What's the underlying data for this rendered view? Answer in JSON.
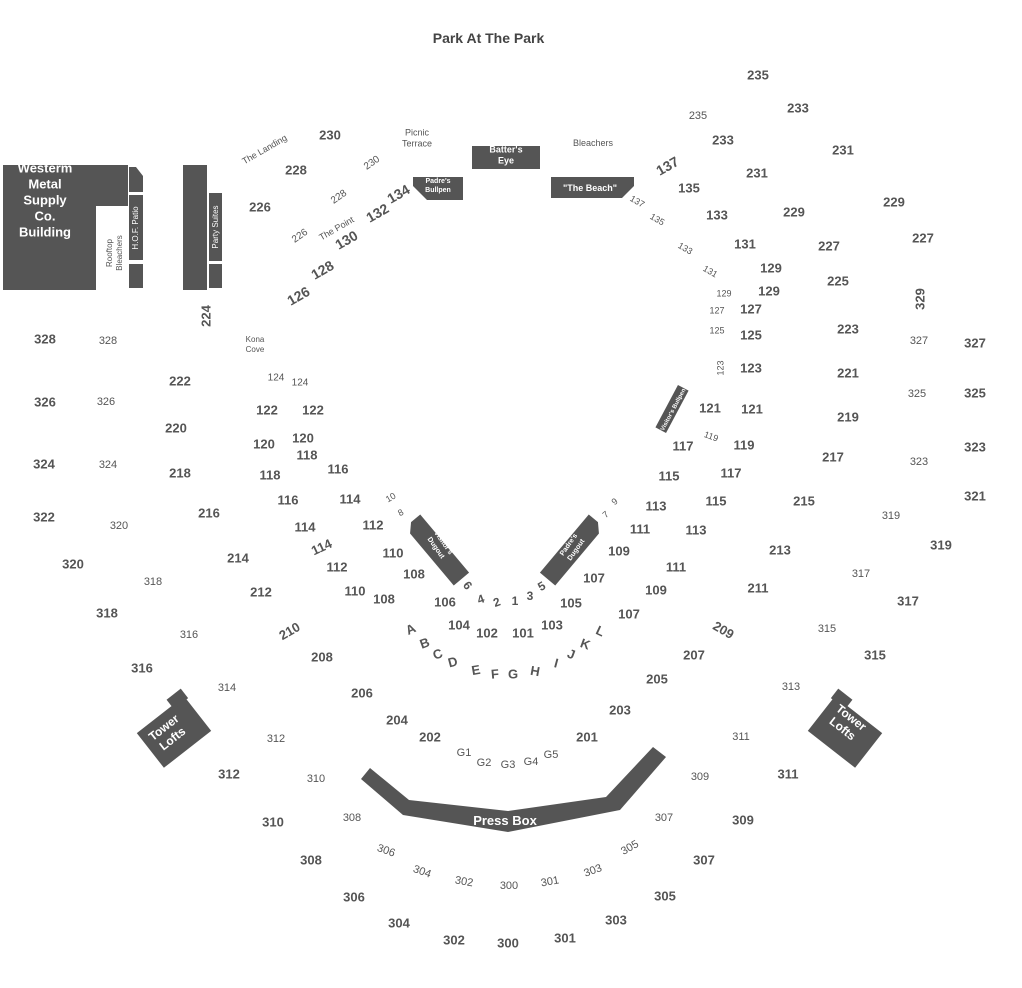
{
  "title": "Park At The Park",
  "colors": {
    "structure": "#555555",
    "label": "#555555",
    "structure_text": "#ffffff",
    "background": "#ffffff"
  },
  "structures": {
    "western_metal": "Westerm\nMetal\nSupply\nCo.\nBuilding",
    "hof_patio": "H.O.F. Patio",
    "rooftop_bleachers": "Rooftop\nBleachers",
    "party_suites": "Party Suites",
    "batters_eye": "Batter's\nEye",
    "padres_bullpen": "Padre's\nBullpen",
    "the_beach": "\"The Beach\"",
    "visitors_bullpen": "Visitor's Bullpen",
    "visitors_dugout": "Visitor's\nDugout",
    "padres_dugout": "Padre's\nDugout",
    "press_box": "Press Box",
    "tower_lofts_left": "Tower\nLofts",
    "tower_lofts_right": "Tower\nLofts"
  },
  "area_labels": {
    "picnic_terrace": "Picnic\nTerrace",
    "bleachers": "Bleachers",
    "the_landing": "The Landing",
    "the_point": "The Point",
    "kona_cove": "Kona\nCove"
  },
  "sections": [
    {
      "t": "235",
      "s": 13
    },
    {
      "t": "233",
      "s": 13
    },
    {
      "t": "235",
      "s": 11
    },
    {
      "t": "233",
      "s": 13
    },
    {
      "t": "231",
      "s": 13
    },
    {
      "t": "231",
      "s": 13
    },
    {
      "t": "229",
      "s": 13
    },
    {
      "t": "229",
      "s": 13
    },
    {
      "t": "227",
      "s": 13
    },
    {
      "t": "227",
      "s": 13
    },
    {
      "t": "225",
      "s": 13
    },
    {
      "t": "329",
      "s": 13
    },
    {
      "t": "223",
      "s": 13
    },
    {
      "t": "221",
      "s": 13
    },
    {
      "t": "219",
      "s": 13
    },
    {
      "t": "217",
      "s": 13
    },
    {
      "t": "215",
      "s": 13
    },
    {
      "t": "213",
      "s": 13
    },
    {
      "t": "211",
      "s": 13
    },
    {
      "t": "209",
      "s": 13
    },
    {
      "t": "207",
      "s": 13
    },
    {
      "t": "205",
      "s": 13
    },
    {
      "t": "203",
      "s": 13
    },
    {
      "t": "201",
      "s": 13
    },
    {
      "t": "202",
      "s": 13
    },
    {
      "t": "204",
      "s": 13
    },
    {
      "t": "206",
      "s": 13
    },
    {
      "t": "208",
      "s": 13
    },
    {
      "t": "210",
      "s": 13
    },
    {
      "t": "212",
      "s": 13
    },
    {
      "t": "214",
      "s": 13
    },
    {
      "t": "216",
      "s": 13
    },
    {
      "t": "218",
      "s": 13
    },
    {
      "t": "220",
      "s": 13
    },
    {
      "t": "222",
      "s": 13
    },
    {
      "t": "224",
      "s": 13
    },
    {
      "t": "226",
      "s": 13
    },
    {
      "t": "228",
      "s": 13
    },
    {
      "t": "230",
      "s": 13
    },
    {
      "t": "230",
      "s": 10
    },
    {
      "t": "228",
      "s": 10
    },
    {
      "t": "226",
      "s": 10
    },
    {
      "t": "137",
      "s": 14
    },
    {
      "t": "135",
      "s": 13
    },
    {
      "t": "133",
      "s": 13
    },
    {
      "t": "131",
      "s": 13
    },
    {
      "t": "129",
      "s": 13
    },
    {
      "t": "129",
      "s": 13
    },
    {
      "t": "127",
      "s": 13
    },
    {
      "t": "125",
      "s": 13
    },
    {
      "t": "123",
      "s": 13
    },
    {
      "t": "121",
      "s": 13
    },
    {
      "t": "121",
      "s": 13
    },
    {
      "t": "119",
      "s": 13
    },
    {
      "t": "117",
      "s": 13
    },
    {
      "t": "117",
      "s": 13
    },
    {
      "t": "115",
      "s": 13
    },
    {
      "t": "115",
      "s": 13
    },
    {
      "t": "113",
      "s": 13
    },
    {
      "t": "113",
      "s": 13
    },
    {
      "t": "111",
      "s": 13
    },
    {
      "t": "111",
      "s": 13
    },
    {
      "t": "109",
      "s": 13
    },
    {
      "t": "109",
      "s": 13
    },
    {
      "t": "107",
      "s": 13
    },
    {
      "t": "107",
      "s": 13
    },
    {
      "t": "105",
      "s": 13
    },
    {
      "t": "103",
      "s": 13
    },
    {
      "t": "101",
      "s": 13
    },
    {
      "t": "102",
      "s": 13
    },
    {
      "t": "104",
      "s": 13
    },
    {
      "t": "106",
      "s": 13
    },
    {
      "t": "108",
      "s": 13
    },
    {
      "t": "108",
      "s": 13
    },
    {
      "t": "110",
      "s": 13
    },
    {
      "t": "110",
      "s": 13
    },
    {
      "t": "112",
      "s": 13
    },
    {
      "t": "112",
      "s": 13
    },
    {
      "t": "114",
      "s": 13
    },
    {
      "t": "114",
      "s": 13
    },
    {
      "t": "114",
      "s": 13
    },
    {
      "t": "116",
      "s": 13
    },
    {
      "t": "116",
      "s": 13
    },
    {
      "t": "118",
      "s": 13
    },
    {
      "t": "118",
      "s": 13
    },
    {
      "t": "120",
      "s": 13
    },
    {
      "t": "120",
      "s": 13
    },
    {
      "t": "122",
      "s": 13
    },
    {
      "t": "122",
      "s": 13
    },
    {
      "t": "124",
      "s": 10
    },
    {
      "t": "124",
      "s": 10
    },
    {
      "t": "126",
      "s": 14
    },
    {
      "t": "128",
      "s": 14
    },
    {
      "t": "130",
      "s": 14
    },
    {
      "t": "132",
      "s": 14
    },
    {
      "t": "134",
      "s": 14
    },
    {
      "t": "137",
      "s": 9
    },
    {
      "t": "135",
      "s": 9
    },
    {
      "t": "133",
      "s": 9
    },
    {
      "t": "131",
      "s": 9
    },
    {
      "t": "129",
      "s": 9
    },
    {
      "t": "127",
      "s": 9
    },
    {
      "t": "125",
      "s": 9
    },
    {
      "t": "123",
      "s": 9
    },
    {
      "t": "119",
      "s": 9
    },
    {
      "t": "10",
      "s": 9
    },
    {
      "t": "8",
      "s": 9
    },
    {
      "t": "6",
      "s": 12
    },
    {
      "t": "4",
      "s": 12
    },
    {
      "t": "2",
      "s": 12
    },
    {
      "t": "1",
      "s": 12
    },
    {
      "t": "3",
      "s": 12
    },
    {
      "t": "5",
      "s": 12
    },
    {
      "t": "7",
      "s": 9
    },
    {
      "t": "9",
      "s": 9
    },
    {
      "t": "A",
      "s": 13
    },
    {
      "t": "B",
      "s": 13
    },
    {
      "t": "C",
      "s": 13
    },
    {
      "t": "D",
      "s": 13
    },
    {
      "t": "E",
      "s": 13
    },
    {
      "t": "F",
      "s": 13
    },
    {
      "t": "G",
      "s": 13
    },
    {
      "t": "H",
      "s": 13
    },
    {
      "t": "I",
      "s": 13
    },
    {
      "t": "J",
      "s": 13
    },
    {
      "t": "K",
      "s": 13
    },
    {
      "t": "L",
      "s": 13
    },
    {
      "t": "G1",
      "s": 11
    },
    {
      "t": "G2",
      "s": 11
    },
    {
      "t": "G3",
      "s": 11
    },
    {
      "t": "G4",
      "s": 11
    },
    {
      "t": "G5",
      "s": 11
    },
    {
      "t": "328",
      "s": 13
    },
    {
      "t": "326",
      "s": 13
    },
    {
      "t": "324",
      "s": 13
    },
    {
      "t": "322",
      "s": 13
    },
    {
      "t": "320",
      "s": 13
    },
    {
      "t": "318",
      "s": 13
    },
    {
      "t": "316",
      "s": 13
    },
    {
      "t": "328",
      "s": 11
    },
    {
      "t": "326",
      "s": 11
    },
    {
      "t": "324",
      "s": 11
    },
    {
      "t": "320",
      "s": 11
    },
    {
      "t": "318",
      "s": 11
    },
    {
      "t": "316",
      "s": 11
    },
    {
      "t": "314",
      "s": 11
    },
    {
      "t": "312",
      "s": 11
    },
    {
      "t": "310",
      "s": 11
    },
    {
      "t": "308",
      "s": 11
    },
    {
      "t": "306",
      "s": 11
    },
    {
      "t": "304",
      "s": 11
    },
    {
      "t": "302",
      "s": 11
    },
    {
      "t": "300",
      "s": 11
    },
    {
      "t": "301",
      "s": 11
    },
    {
      "t": "303",
      "s": 11
    },
    {
      "t": "305",
      "s": 11
    },
    {
      "t": "307",
      "s": 11
    },
    {
      "t": "309",
      "s": 11
    },
    {
      "t": "311",
      "s": 11
    },
    {
      "t": "313",
      "s": 11
    },
    {
      "t": "315",
      "s": 11
    },
    {
      "t": "317",
      "s": 11
    },
    {
      "t": "319",
      "s": 11
    },
    {
      "t": "323",
      "s": 11
    },
    {
      "t": "325",
      "s": 11
    },
    {
      "t": "327",
      "s": 11
    },
    {
      "t": "327",
      "s": 13
    },
    {
      "t": "325",
      "s": 13
    },
    {
      "t": "323",
      "s": 13
    },
    {
      "t": "321",
      "s": 13
    },
    {
      "t": "319",
      "s": 13
    },
    {
      "t": "317",
      "s": 13
    },
    {
      "t": "315",
      "s": 13
    },
    {
      "t": "311",
      "s": 13
    },
    {
      "t": "309",
      "s": 13
    },
    {
      "t": "307",
      "s": 13
    },
    {
      "t": "305",
      "s": 13
    },
    {
      "t": "303",
      "s": 13
    },
    {
      "t": "301",
      "s": 13
    },
    {
      "t": "300",
      "s": 13
    },
    {
      "t": "302",
      "s": 13
    },
    {
      "t": "304",
      "s": 13
    },
    {
      "t": "306",
      "s": 13
    },
    {
      "t": "308",
      "s": 13
    },
    {
      "t": "310",
      "s": 13
    },
    {
      "t": "312",
      "s": 13
    }
  ]
}
